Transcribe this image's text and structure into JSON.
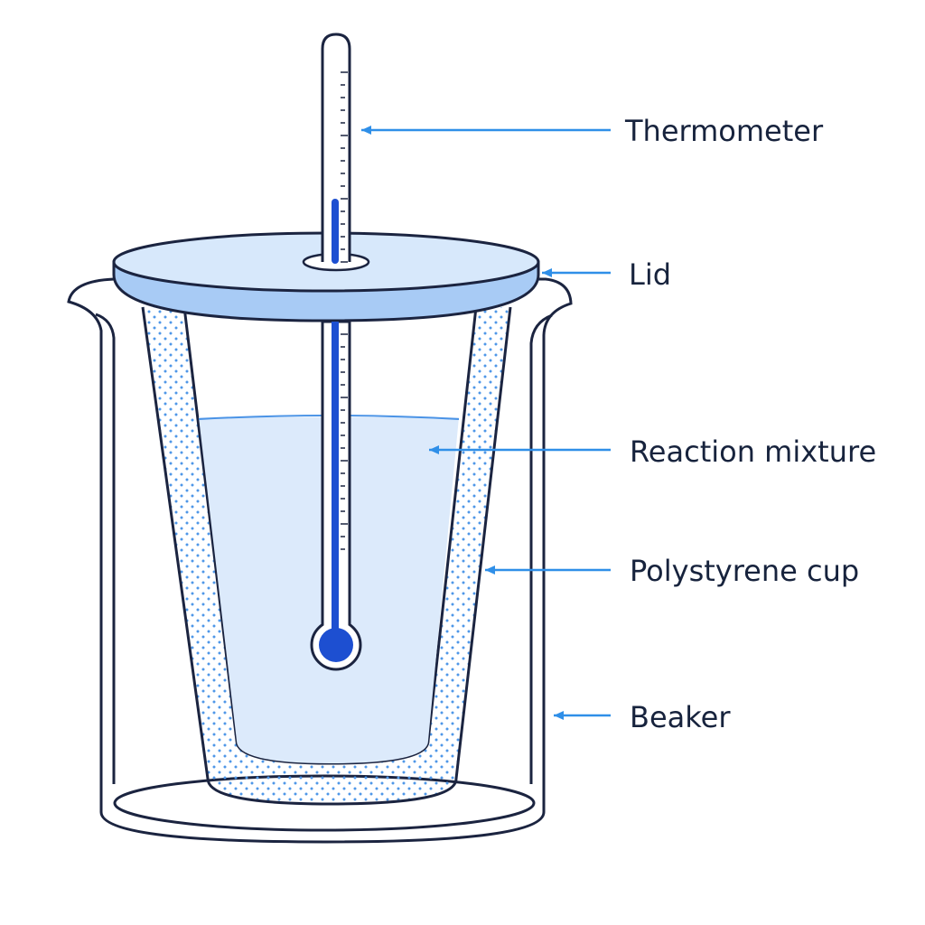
{
  "diagram": {
    "labels": {
      "thermometer": "Thermometer",
      "lid": "Lid",
      "reaction_mixture": "Reaction mixture",
      "polystyrene_cup": "Polystyrene cup",
      "beaker": "Beaker"
    },
    "colors": {
      "outline": "#1b2440",
      "lid_top": "#d7e8fb",
      "lid_side": "#a8cbf5",
      "liquid": "#dceafb",
      "liquid_line": "#4a93e6",
      "foam_dots": "#4f97e8",
      "mercury": "#1d4fd1",
      "arrow": "#2f8fe8",
      "label_text": "#17233d"
    }
  }
}
